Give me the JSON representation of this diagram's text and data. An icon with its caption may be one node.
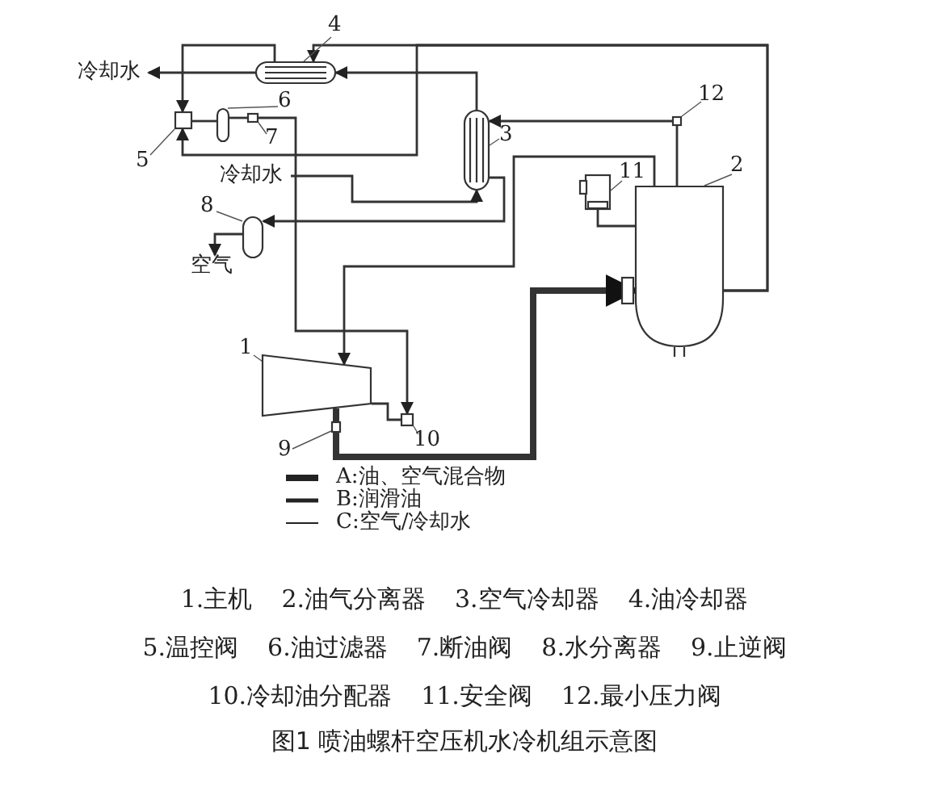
{
  "diagram": {
    "caption": "图1 喷油螺杆空压机水冷机组示意图",
    "nodes": [
      {
        "text": [
          "冷却水"
        ]
      },
      {
        "text": [
          "4"
        ]
      },
      {
        "text": [],
        "shape": "cylinder"
      },
      {
        "text": [
          "6"
        ]
      },
      {
        "text": [
          "5"
        ]
      },
      {
        "text": [],
        "shape": "box"
      },
      {
        "text": [],
        "shape": "cylinder"
      },
      {
        "text": [],
        "shape": "box"
      },
      {
        "text": [
          "7"
        ]
      },
      {
        "text": [
          "12"
        ]
      },
      {
        "text": [],
        "shape": "box"
      },
      {
        "text": [
          "3"
        ]
      },
      {
        "text": [],
        "shape": "cylinder"
      },
      {
        "text": [
          "冷却水"
        ]
      },
      {
        "text": [
          "11"
        ]
      },
      {
        "text": [],
        "shape": "box"
      },
      {
        "text": [
          "2"
        ]
      },
      {
        "text": [],
        "shape": "cylinder"
      },
      {
        "text": [
          "8"
        ]
      },
      {
        "text": [],
        "shape": "cylinder"
      },
      {
        "text": [
          "空气"
        ]
      },
      {
        "text": [
          "1"
        ]
      },
      {
        "text": [],
        "shape": "box"
      },
      {
        "text": [],
        "shape": "box"
      },
      {
        "text": [
          "9"
        ]
      },
      {
        "text": [],
        "shape": "box"
      },
      {
        "text": [
          "10"
        ]
      }
    ],
    "edges": [
      {
        "from": 22,
        "to": 23,
        "arrow": "none",
        "style": "thick"
      },
      {
        "from": 23,
        "to": 17,
        "arrow": "to",
        "style": "thick"
      },
      {
        "from": 17,
        "to": 2,
        "arrow": "to"
      },
      {
        "from": 2,
        "to": 5,
        "arrow": "to"
      },
      {
        "from": 17,
        "to": 5,
        "arrow": "to"
      },
      {
        "from": 5,
        "to": 6,
        "arrow": "none"
      },
      {
        "from": 6,
        "to": 7,
        "arrow": "none"
      },
      {
        "from": 7,
        "to": 25,
        "arrow": "to"
      },
      {
        "from": 17,
        "to": 22,
        "arrow": "to"
      },
      {
        "from": 22,
        "to": 25,
        "arrow": "none"
      },
      {
        "from": 17,
        "to": 10,
        "arrow": "none"
      },
      {
        "from": 10,
        "to": 12,
        "arrow": "to"
      },
      {
        "from": 12,
        "to": 19,
        "arrow": "to"
      },
      {
        "from": 19,
        "to": 20,
        "arrow": "to"
      },
      {
        "from": 13,
        "to": 12,
        "arrow": "to"
      },
      {
        "from": 12,
        "to": 2,
        "arrow": "to"
      },
      {
        "from": 2,
        "to": 0,
        "arrow": "to"
      },
      {
        "from": 15,
        "to": 17,
        "arrow": "none"
      },
      {
        "from": 1,
        "to": 2,
        "arrow": "none"
      },
      {
        "from": 3,
        "to": 6,
        "arrow": "none"
      },
      {
        "from": 4,
        "to": 5,
        "arrow": "none"
      },
      {
        "from": 8,
        "to": 7,
        "arrow": "none"
      },
      {
        "from": 9,
        "to": 10,
        "arrow": "none"
      },
      {
        "from": 11,
        "to": 12,
        "arrow": "none"
      },
      {
        "from": 14,
        "to": 15,
        "arrow": "none"
      },
      {
        "from": 16,
        "to": 17,
        "arrow": "none"
      },
      {
        "from": 18,
        "to": 19,
        "arrow": "none"
      },
      {
        "from": 21,
        "to": 22,
        "arrow": "none"
      },
      {
        "from": 24,
        "to": 23,
        "arrow": "none"
      },
      {
        "from": 26,
        "to": 25,
        "arrow": "none"
      }
    ],
    "labels": [
      "1.主机",
      "2.油气分离器",
      "3.空气冷却器",
      "4.油冷却器",
      "5.温控阀",
      "6.油过滤器",
      "7.断油阀",
      "8.水分离器",
      "9.止逆阀",
      "10.冷却油分配器",
      "11.安全阀",
      "12.最小压力阀"
    ],
    "legend": [
      {
        "text": "A:油、空气混合物"
      },
      {
        "text": "B:润滑油"
      },
      {
        "text": "C:空气/冷却水"
      }
    ]
  }
}
